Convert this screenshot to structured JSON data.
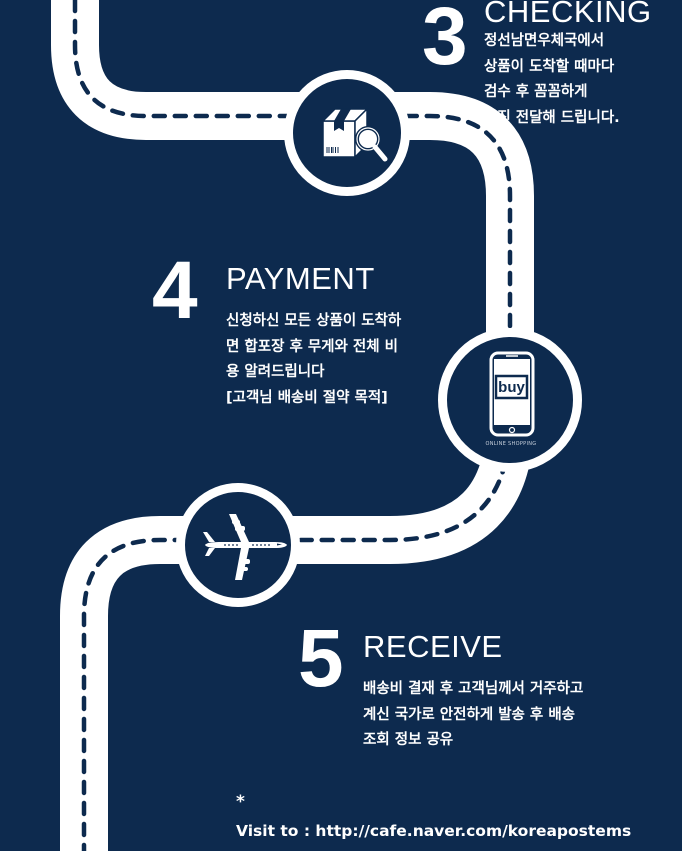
{
  "steps": [
    {
      "number": "3",
      "title": "CHECKING",
      "description": "정선남면우체국에서\n상품이 도착할 때마다\n검수 후 꼼꼼하게\n사진 전달해 드립니다.",
      "icon": "package-magnifier-icon"
    },
    {
      "number": "4",
      "title": "PAYMENT",
      "description": "신청하신 모든 상품이 도착하\n면 합포장 후 무게와 전체 비\n용 알려드립니다\n[고객님 배송비 절약 목적]",
      "icon": "phone-buy-icon",
      "phone_screen_text": "buy",
      "phone_caption": "ONLINE SHOPPING"
    },
    {
      "number": "5",
      "title": "RECEIVE",
      "description": "배송비 결재 후 고객님께서 거주하고\n계신 국가로 안전하게 발송 후 배송\n조회 정보 공유",
      "icon": "airplane-icon"
    }
  ],
  "footer": {
    "star": "*",
    "visit_text": "Visit to : http://cafe.naver.com/koreapostems"
  },
  "colors": {
    "background": "#0d2a4e",
    "road": "#ffffff",
    "lane_dash": "#0d2a4e"
  }
}
